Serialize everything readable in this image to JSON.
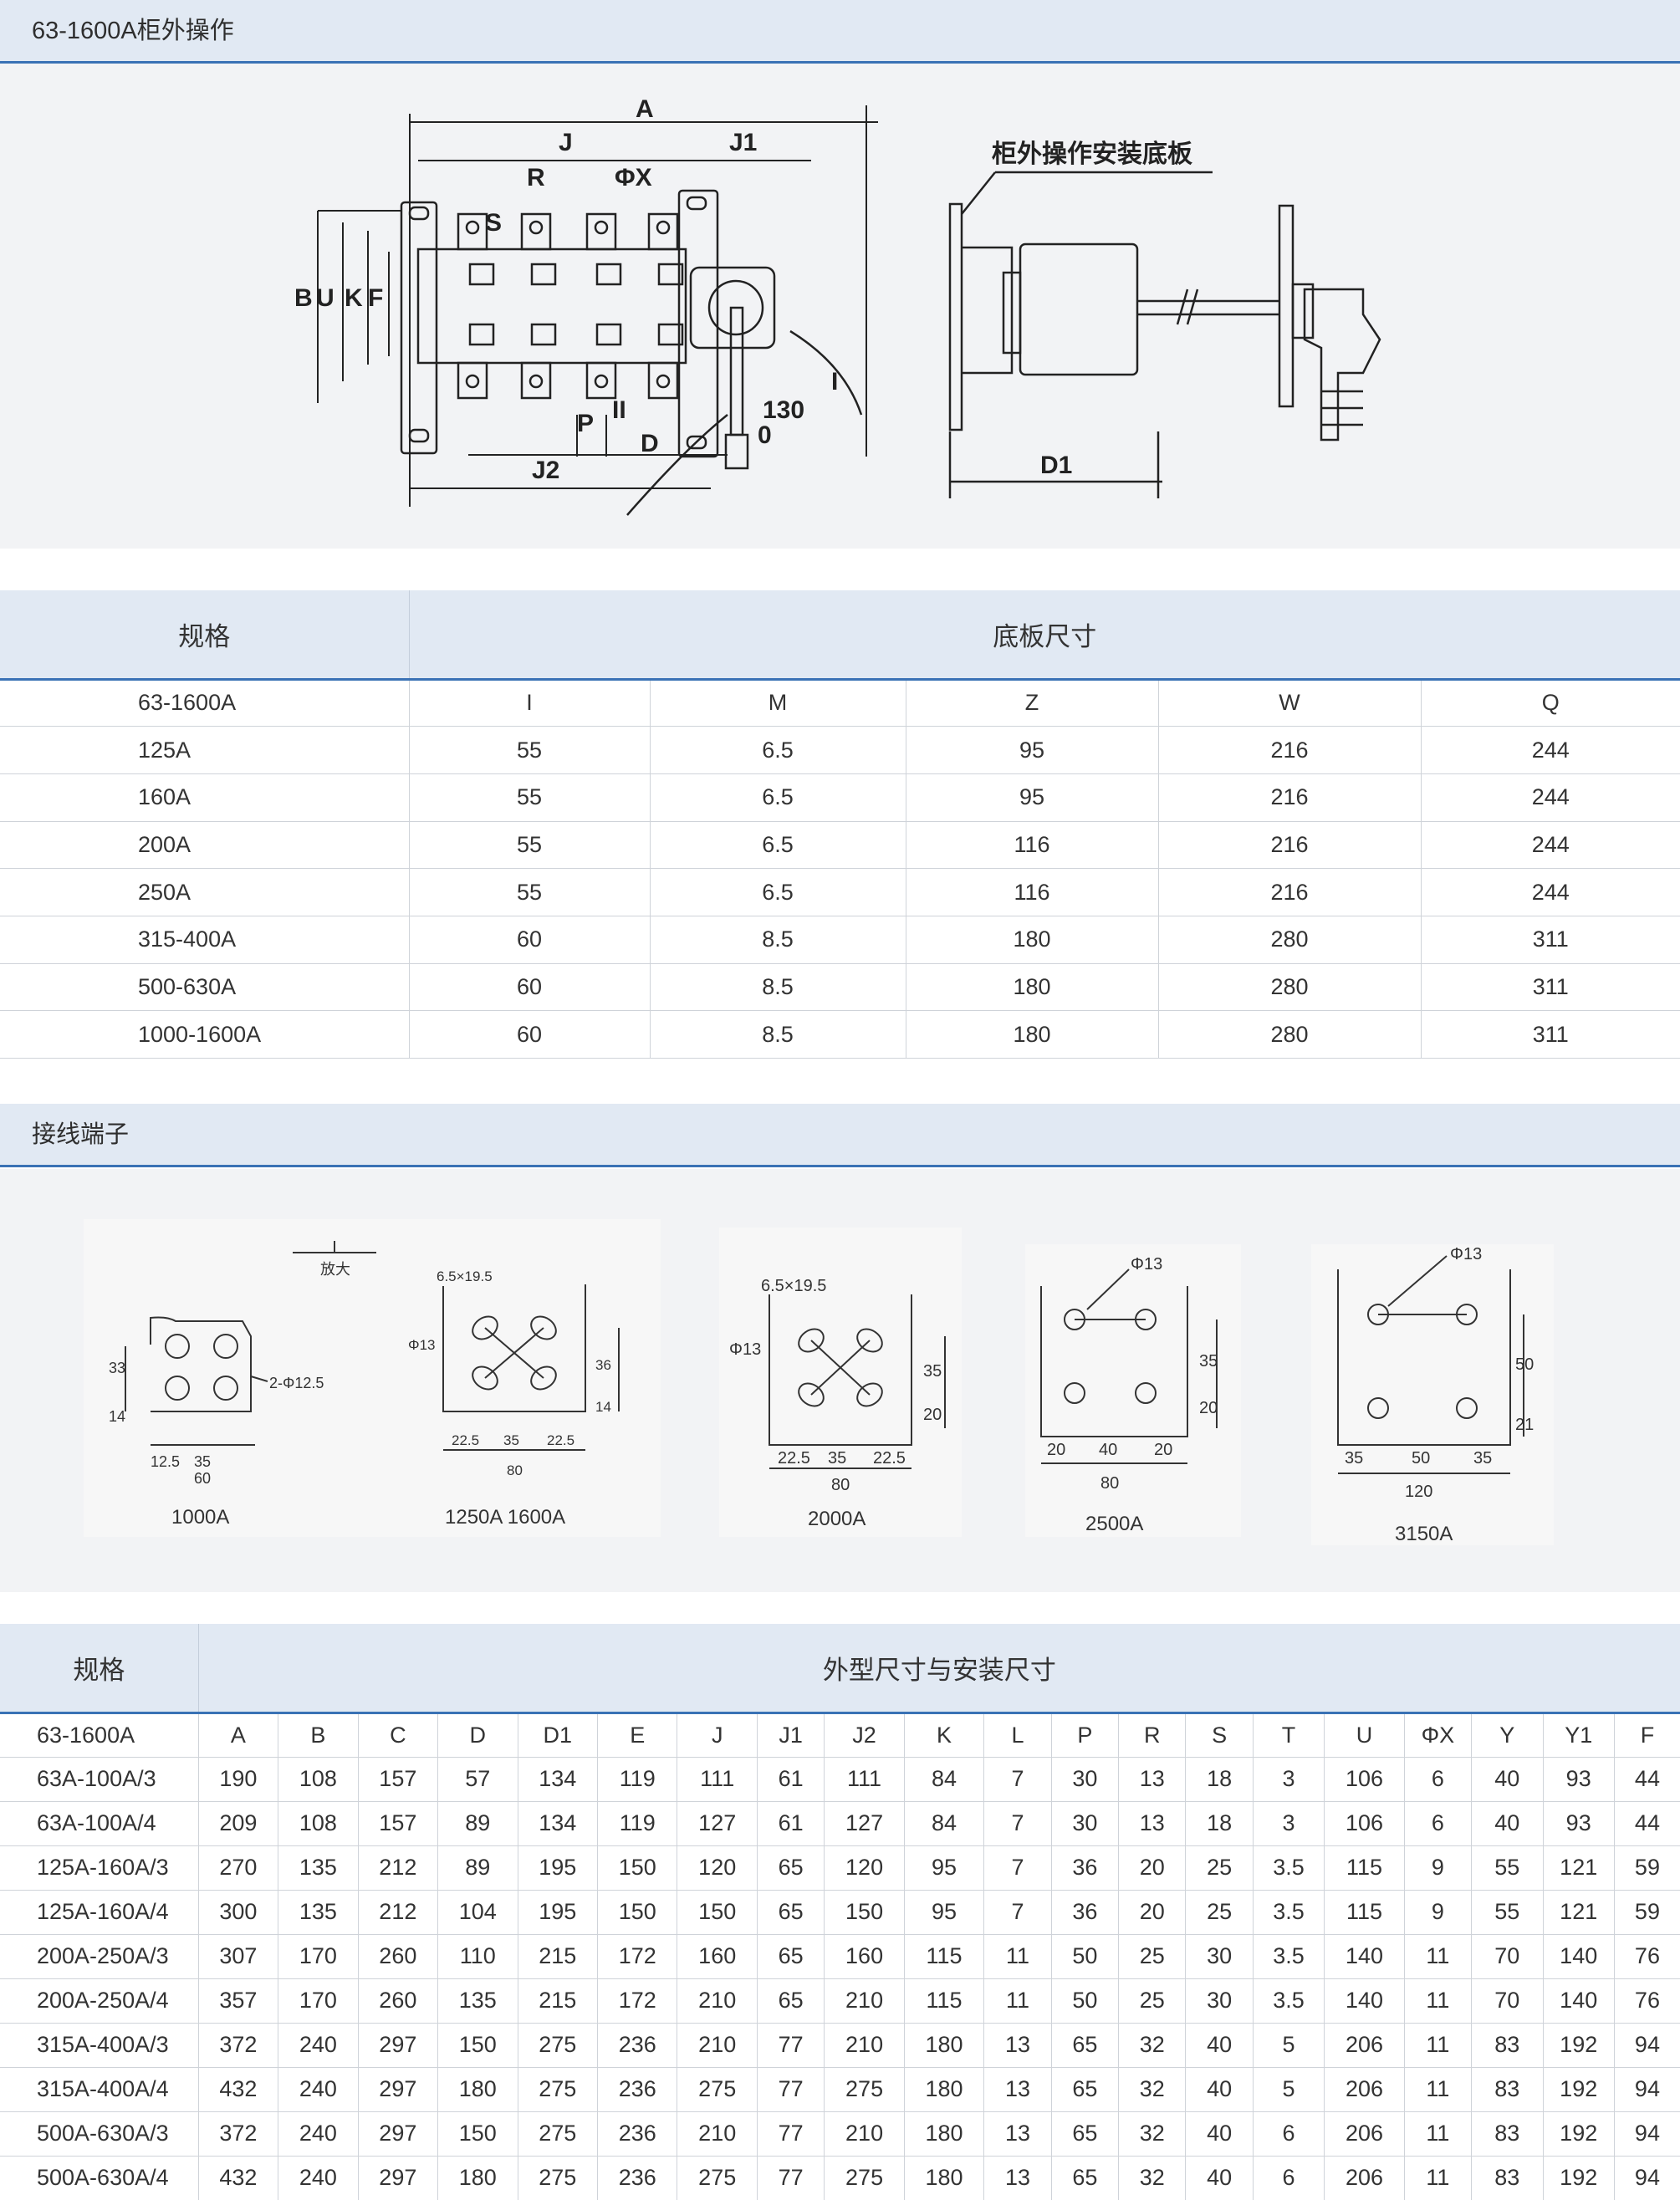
{
  "section1": {
    "title": "63-1600A柜外操作",
    "figure": {
      "dim_labels": [
        "A",
        "J",
        "J1",
        "R",
        "ΦX",
        "S",
        "B",
        "U",
        "K",
        "F",
        "130",
        "0",
        "P",
        "D",
        "J2",
        "I",
        "II"
      ],
      "side_label": "柜外操作安装底板",
      "side_dim": "D1"
    }
  },
  "table1": {
    "head_spec": "规格",
    "head_group": "底板尺寸",
    "columns": [
      "63-1600A",
      "I",
      "M",
      "Z",
      "W",
      "Q"
    ],
    "rows": [
      [
        "125A",
        "55",
        "6.5",
        "95",
        "216",
        "244"
      ],
      [
        "160A",
        "55",
        "6.5",
        "95",
        "216",
        "244"
      ],
      [
        "200A",
        "55",
        "6.5",
        "116",
        "216",
        "244"
      ],
      [
        "250A",
        "55",
        "6.5",
        "116",
        "216",
        "244"
      ],
      [
        "315-400A",
        "60",
        "8.5",
        "180",
        "280",
        "311"
      ],
      [
        "500-630A",
        "60",
        "8.5",
        "180",
        "280",
        "311"
      ],
      [
        "1000-1600A",
        "60",
        "8.5",
        "180",
        "280",
        "311"
      ]
    ]
  },
  "section2": {
    "title": "接线端子",
    "terminals": [
      {
        "caption": "1000A",
        "notes": [
          "放大",
          "2-Φ12.5",
          "33",
          "14",
          "12.5",
          "35",
          "60"
        ]
      },
      {
        "caption": "1250A  1600A",
        "notes": [
          "6.5×19.5",
          "Φ13",
          "36",
          "14",
          "22.5",
          "35",
          "22.5",
          "80"
        ]
      },
      {
        "caption": "2000A",
        "notes": [
          "6.5×19.5",
          "Φ13",
          "35",
          "20",
          "22.5",
          "35",
          "22.5",
          "80"
        ]
      },
      {
        "caption": "2500A",
        "notes": [
          "Φ13",
          "35",
          "20",
          "20",
          "40",
          "20",
          "80"
        ]
      },
      {
        "caption": "3150A",
        "notes": [
          "Φ13",
          "50",
          "21",
          "35",
          "50",
          "35",
          "120"
        ]
      }
    ]
  },
  "table2": {
    "head_spec": "规格",
    "head_group": "外型尺寸与安装尺寸",
    "columns": [
      "63-1600A",
      "A",
      "B",
      "C",
      "D",
      "D1",
      "E",
      "J",
      "J1",
      "J2",
      "K",
      "L",
      "P",
      "R",
      "S",
      "T",
      "U",
      "ΦX",
      "Y",
      "Y1",
      "F"
    ],
    "rows": [
      [
        "63A-100A/3",
        "190",
        "108",
        "157",
        "57",
        "134",
        "119",
        "111",
        "61",
        "111",
        "84",
        "7",
        "30",
        "13",
        "18",
        "3",
        "106",
        "6",
        "40",
        "93",
        "44"
      ],
      [
        "63A-100A/4",
        "209",
        "108",
        "157",
        "89",
        "134",
        "119",
        "127",
        "61",
        "127",
        "84",
        "7",
        "30",
        "13",
        "18",
        "3",
        "106",
        "6",
        "40",
        "93",
        "44"
      ],
      [
        "125A-160A/3",
        "270",
        "135",
        "212",
        "89",
        "195",
        "150",
        "120",
        "65",
        "120",
        "95",
        "7",
        "36",
        "20",
        "25",
        "3.5",
        "115",
        "9",
        "55",
        "121",
        "59"
      ],
      [
        "125A-160A/4",
        "300",
        "135",
        "212",
        "104",
        "195",
        "150",
        "150",
        "65",
        "150",
        "95",
        "7",
        "36",
        "20",
        "25",
        "3.5",
        "115",
        "9",
        "55",
        "121",
        "59"
      ],
      [
        "200A-250A/3",
        "307",
        "170",
        "260",
        "110",
        "215",
        "172",
        "160",
        "65",
        "160",
        "115",
        "11",
        "50",
        "25",
        "30",
        "3.5",
        "140",
        "11",
        "70",
        "140",
        "76"
      ],
      [
        "200A-250A/4",
        "357",
        "170",
        "260",
        "135",
        "215",
        "172",
        "210",
        "65",
        "210",
        "115",
        "11",
        "50",
        "25",
        "30",
        "3.5",
        "140",
        "11",
        "70",
        "140",
        "76"
      ],
      [
        "315A-400A/3",
        "372",
        "240",
        "297",
        "150",
        "275",
        "236",
        "210",
        "77",
        "210",
        "180",
        "13",
        "65",
        "32",
        "40",
        "5",
        "206",
        "11",
        "83",
        "192",
        "94"
      ],
      [
        "315A-400A/4",
        "432",
        "240",
        "297",
        "180",
        "275",
        "236",
        "275",
        "77",
        "275",
        "180",
        "13",
        "65",
        "32",
        "40",
        "5",
        "206",
        "11",
        "83",
        "192",
        "94"
      ],
      [
        "500A-630A/3",
        "372",
        "240",
        "297",
        "150",
        "275",
        "236",
        "210",
        "77",
        "210",
        "180",
        "13",
        "65",
        "32",
        "40",
        "6",
        "206",
        "11",
        "83",
        "192",
        "94"
      ],
      [
        "500A-630A/4",
        "432",
        "240",
        "297",
        "180",
        "275",
        "236",
        "275",
        "77",
        "275",
        "180",
        "13",
        "65",
        "32",
        "40",
        "6",
        "206",
        "11",
        "83",
        "192",
        "94"
      ]
    ]
  }
}
